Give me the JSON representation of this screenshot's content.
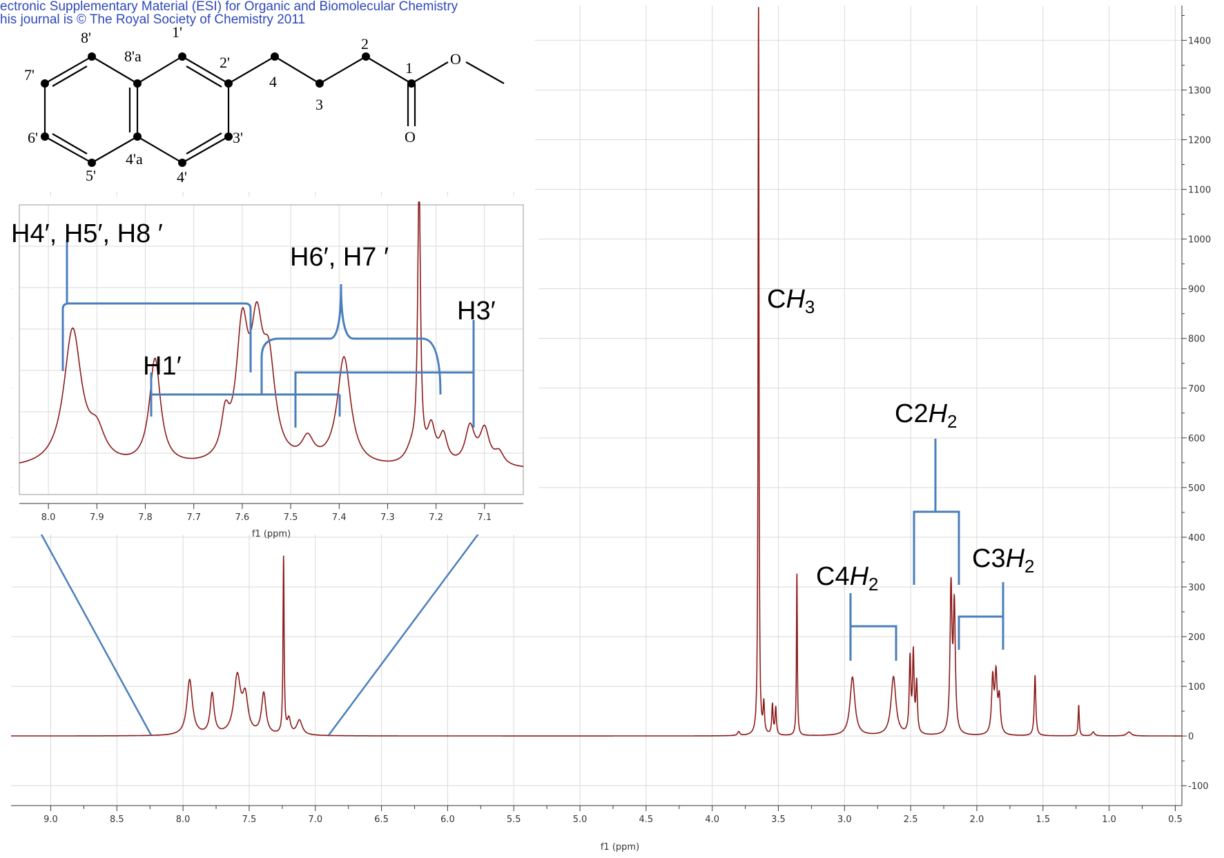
{
  "header": {
    "line1": "ectronic Supplementary Material (ESI) for Organic and Biomolecular Chemistry",
    "line2": "his journal is © The Royal Society of Chemistry 2011"
  },
  "colors": {
    "spectrum": "#8b1a1a",
    "annotation": "#4a7ebb",
    "grid": "#d9d9d9",
    "header": "#2e48b8"
  },
  "structure_labels": {
    "c8p": "8'",
    "c1p": "1'",
    "c8ap": "8'a",
    "c7p": "7'",
    "c2p": "2'",
    "c6p": "6'",
    "c3p": "3'",
    "c4ap": "4'a",
    "c5p": "5'",
    "c4p": "4'",
    "c4": "4",
    "c3": "3",
    "c2": "2",
    "c1": "1",
    "o_ester": "O",
    "o_carbonyl": "O"
  },
  "annotations": {
    "ch3": {
      "p1": "C",
      "p2": "H",
      "sub": "3"
    },
    "c2h2": {
      "p1": "C2",
      "p2": "H",
      "sub": "2"
    },
    "c3h2": {
      "p1": "C3",
      "p2": "H",
      "sub": "2"
    },
    "c4h2": {
      "p1": "C4",
      "p2": "H",
      "sub": "2"
    },
    "h458": "H4′, H5′, H8 ′",
    "h67": "H6′, H7 ′",
    "h1": "H1′",
    "h3": "H3′"
  },
  "chart_data": [
    {
      "type": "line",
      "xlabel": "f1 (ppm)",
      "xlim": [
        9.3,
        0.45
      ],
      "ylim": [
        -140,
        1470
      ],
      "x_ticks": [
        "9.0",
        "8.5",
        "8.0",
        "7.5",
        "7.0",
        "6.5",
        "6.0",
        "5.5",
        "5.0",
        "4.5",
        "4.0",
        "3.5",
        "3.0",
        "2.5",
        "2.0",
        "1.5",
        "1.0",
        "0.5"
      ],
      "y_ticks": [
        "-100",
        "0",
        "100",
        "200",
        "300",
        "400",
        "500",
        "600",
        "700",
        "800",
        "900",
        "1000",
        "1100",
        "1200",
        "1300",
        "1400"
      ],
      "peaks": [
        {
          "ppm": 7.95,
          "height": 112,
          "width": 0.025
        },
        {
          "ppm": 7.78,
          "height": 82,
          "width": 0.018
        },
        {
          "ppm": 7.59,
          "height": 115,
          "width": 0.03
        },
        {
          "ppm": 7.53,
          "height": 70,
          "width": 0.025
        },
        {
          "ppm": 7.39,
          "height": 83,
          "width": 0.02
        },
        {
          "ppm": 7.24,
          "height": 355,
          "width": 0.005
        },
        {
          "ppm": 7.2,
          "height": 30,
          "width": 0.015
        },
        {
          "ppm": 7.12,
          "height": 30,
          "width": 0.025
        },
        {
          "ppm": 3.8,
          "height": 8,
          "width": 0.01
        },
        {
          "ppm": 3.65,
          "height": 1470,
          "width": 0.004
        },
        {
          "ppm": 3.61,
          "height": 60,
          "width": 0.006
        },
        {
          "ppm": 3.545,
          "height": 60,
          "width": 0.006
        },
        {
          "ppm": 3.52,
          "height": 55,
          "width": 0.006
        },
        {
          "ppm": 3.36,
          "height": 328,
          "width": 0.004
        },
        {
          "ppm": 2.94,
          "height": 118,
          "width": 0.022
        },
        {
          "ppm": 2.63,
          "height": 118,
          "width": 0.022
        },
        {
          "ppm": 2.505,
          "height": 150,
          "width": 0.007
        },
        {
          "ppm": 2.48,
          "height": 158,
          "width": 0.007
        },
        {
          "ppm": 2.455,
          "height": 100,
          "width": 0.007
        },
        {
          "ppm": 2.195,
          "height": 290,
          "width": 0.009
        },
        {
          "ppm": 2.17,
          "height": 250,
          "width": 0.009
        },
        {
          "ppm": 1.88,
          "height": 110,
          "width": 0.01
        },
        {
          "ppm": 1.855,
          "height": 115,
          "width": 0.01
        },
        {
          "ppm": 1.83,
          "height": 70,
          "width": 0.01
        },
        {
          "ppm": 1.56,
          "height": 122,
          "width": 0.007
        },
        {
          "ppm": 1.23,
          "height": 62,
          "width": 0.005
        },
        {
          "ppm": 1.12,
          "height": 8,
          "width": 0.012
        },
        {
          "ppm": 0.85,
          "height": 8,
          "width": 0.02
        }
      ]
    },
    {
      "type": "line",
      "xlabel": "f1 (ppm)",
      "xlim": [
        8.06,
        7.02
      ],
      "ylim": [
        -20,
        210
      ],
      "x_ticks": [
        "8.0",
        "7.9",
        "7.8",
        "7.7",
        "7.6",
        "7.5",
        "7.4",
        "7.3",
        "7.2",
        "7.1"
      ],
      "peaks": [
        {
          "ppm": 7.95,
          "height": 108,
          "width": 0.022
        },
        {
          "ppm": 7.9,
          "height": 22,
          "width": 0.02
        },
        {
          "ppm": 7.78,
          "height": 84,
          "width": 0.014
        },
        {
          "ppm": 7.6,
          "height": 100,
          "width": 0.015
        },
        {
          "ppm": 7.57,
          "height": 90,
          "width": 0.015
        },
        {
          "ppm": 7.545,
          "height": 70,
          "width": 0.016
        },
        {
          "ppm": 7.635,
          "height": 30,
          "width": 0.01
        },
        {
          "ppm": 7.39,
          "height": 86,
          "width": 0.017
        },
        {
          "ppm": 7.465,
          "height": 18,
          "width": 0.015
        },
        {
          "ppm": 7.235,
          "height": 220,
          "width": 0.0035
        },
        {
          "ppm": 7.25,
          "height": 12,
          "width": 0.015
        },
        {
          "ppm": 7.21,
          "height": 28,
          "width": 0.01
        },
        {
          "ppm": 7.185,
          "height": 22,
          "width": 0.01
        },
        {
          "ppm": 7.13,
          "height": 30,
          "width": 0.012
        },
        {
          "ppm": 7.1,
          "height": 28,
          "width": 0.012
        },
        {
          "ppm": 7.07,
          "height": 10,
          "width": 0.012
        }
      ]
    }
  ]
}
